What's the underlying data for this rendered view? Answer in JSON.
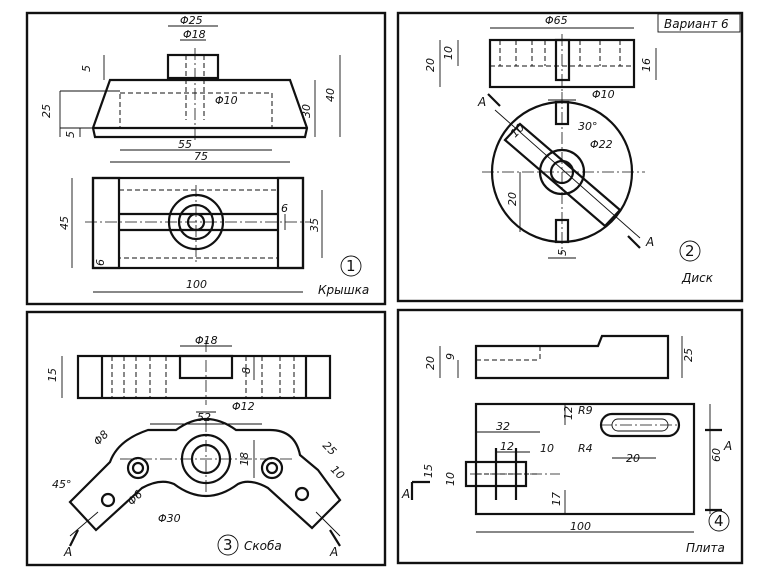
{
  "variant": "Вариант 6",
  "panels": [
    {
      "number": "1",
      "caption": "Крышка",
      "dims": [
        "Φ25",
        "Φ18",
        "5",
        "25",
        "5",
        "Φ10",
        "40",
        "30",
        "55",
        "75",
        "45",
        "6",
        "35",
        "6",
        "100"
      ]
    },
    {
      "number": "2",
      "caption": "Диск",
      "dims": [
        "Φ65",
        "10",
        "20",
        "16",
        "A",
        "Φ10",
        "10",
        "30°",
        "Φ22",
        "20",
        "A",
        "5"
      ]
    },
    {
      "number": "3",
      "caption": "Скоба",
      "dims": [
        "Φ18",
        "15",
        "8",
        "Φ12",
        "52",
        "Φ8",
        "18",
        "25",
        "45°",
        "10",
        "Φ6",
        "Φ30",
        "A",
        "A"
      ]
    },
    {
      "number": "4",
      "caption": "Плита",
      "dims": [
        "20",
        "9",
        "25",
        "12",
        "R9",
        "32",
        "R4",
        "12",
        "10",
        "20",
        "60",
        "A",
        "15",
        "10",
        "A",
        "17",
        "100"
      ]
    }
  ]
}
